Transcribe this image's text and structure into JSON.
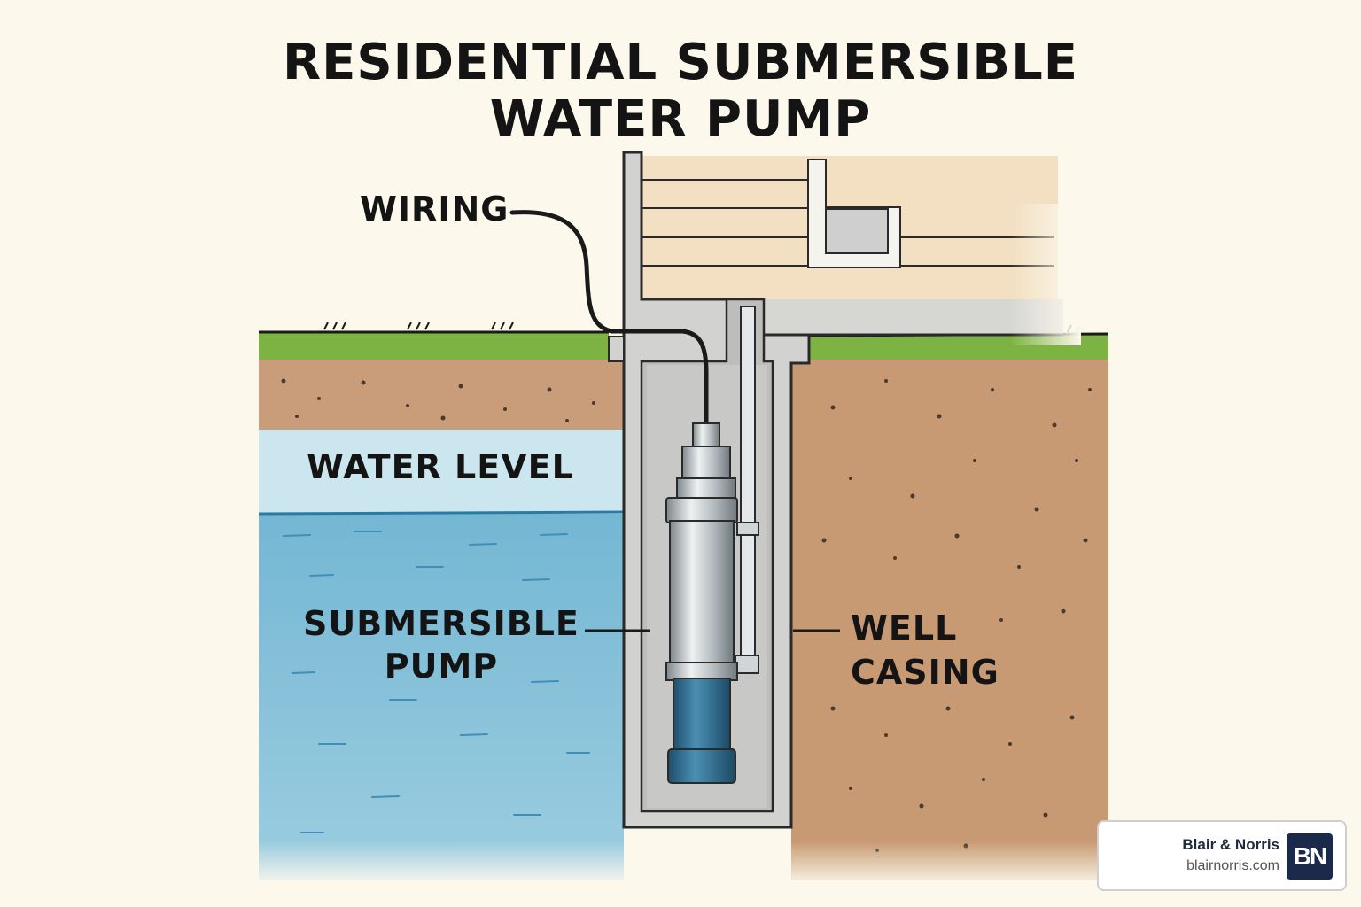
{
  "diagram": {
    "title_line1": "RESIDENTIAL SUBMERSIBLE",
    "title_line2": "WATER PUMP",
    "labels": {
      "wiring": "WIRING",
      "water_level": "WATER LEVEL",
      "submersible_pump_line1": "SUBMERSIBLE",
      "submersible_pump_line2": "PUMP",
      "well_casing_line1": "WELL",
      "well_casing_line2": "CASING"
    }
  },
  "branding": {
    "name": "Blair & Norris",
    "url": "blairnorris.com",
    "logo_text": "BN"
  },
  "colors": {
    "background": "#fcf8ec",
    "soil": "#c89c78",
    "grass": "#7cb342",
    "water": "#6bb2cf",
    "casing": "#d2d2d0",
    "house": "#f3dfc1",
    "pump_body": "#b8c0c4",
    "pump_bottom": "#2e6f92",
    "logo_bg": "#1b2a4a"
  }
}
